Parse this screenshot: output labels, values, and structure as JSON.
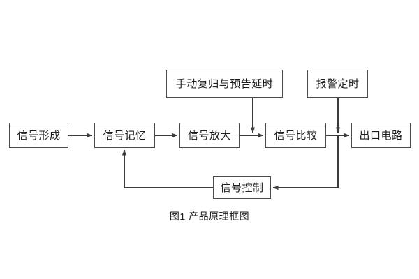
{
  "figure": {
    "caption": "图1 产品原理框图",
    "background_color": "#ffffff",
    "line_color": "#3b3b3b",
    "box_border_color": "#4a4a4a",
    "text_color": "#1c1c1c"
  },
  "nodes": [
    {
      "id": "signal-formation",
      "label": "信号形成"
    },
    {
      "id": "signal-memory",
      "label": "信号记忆"
    },
    {
      "id": "signal-amplify",
      "label": "信号放大"
    },
    {
      "id": "signal-compare",
      "label": "信号比较"
    },
    {
      "id": "output-circuit",
      "label": "出口电路"
    },
    {
      "id": "manual-reset-delay",
      "label": "手动复归与预告延时"
    },
    {
      "id": "alarm-timer",
      "label": "报警定时"
    },
    {
      "id": "signal-control",
      "label": "信号控制"
    }
  ],
  "connections": [
    {
      "from": "signal-formation",
      "to": "signal-memory",
      "style": "arrow-right"
    },
    {
      "from": "signal-memory",
      "to": "signal-amplify",
      "style": "arrow-right"
    },
    {
      "from": "signal-amplify",
      "to": "signal-compare",
      "style": "arrow-right"
    },
    {
      "from": "signal-compare",
      "to": "output-circuit",
      "style": "arrow-right"
    },
    {
      "from": "manual-reset-delay",
      "to": "signal-compare",
      "style": "arrow-down"
    },
    {
      "from": "alarm-timer",
      "to": "output-circuit",
      "style": "arrow-down"
    },
    {
      "from": "signal-compare",
      "to": "signal-control",
      "style": "feedback-left"
    },
    {
      "from": "signal-control",
      "to": "signal-memory",
      "style": "feedback-up"
    }
  ]
}
